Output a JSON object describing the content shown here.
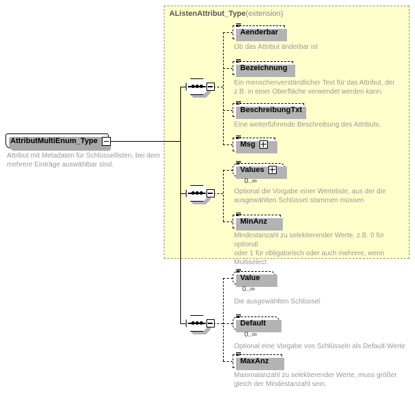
{
  "diagram": {
    "title": "AttributMultiEnum_Type XML schema element diagram",
    "root": {
      "name": "AttributMultiEnum_Type",
      "annotation": "Attribut mit Metadaten für Schlüssellisten, bei dem\nmehrere Einträge auswählbar sind.",
      "toggle_icon": "minus-icon"
    },
    "extension_panel": {
      "base_type": "AListenAttribut_Type",
      "kind_label": "(extension)"
    },
    "compositors": [
      {
        "id": "seq-extension-1",
        "icon": "sequence-icon"
      },
      {
        "id": "seq-extension-2",
        "icon": "sequence-icon"
      },
      {
        "id": "seq-own",
        "icon": "sequence-icon"
      }
    ],
    "elements": [
      {
        "name": "Aenderbar",
        "group": "extension",
        "optional": true,
        "repeating": false,
        "expandable": false,
        "cardinality": "",
        "annotation": "Ob das Attribut änderbar ist"
      },
      {
        "name": "Bezeichnung",
        "group": "extension",
        "optional": true,
        "repeating": false,
        "expandable": false,
        "cardinality": "",
        "annotation": "Ein menschenverständlicher Text für das Attribut, der\nz.B. in einer Oberfläche verwendet werden kann."
      },
      {
        "name": "BeschreibungTxt",
        "group": "extension",
        "optional": true,
        "repeating": false,
        "expandable": false,
        "cardinality": "",
        "annotation": "Eine weiterführende Beschreibung des Attributs."
      },
      {
        "name": "Msg",
        "group": "extension",
        "optional": true,
        "repeating": false,
        "expandable": true,
        "cardinality": "",
        "annotation": ""
      },
      {
        "name": "Values",
        "group": "extension",
        "optional": true,
        "repeating": true,
        "expandable": true,
        "cardinality": "0..∞",
        "annotation": "Optional die Vorgabe einer Werteliste, aus der die\nausgewählten Schlüssel stammen müssen"
      },
      {
        "name": "MinAnz",
        "group": "extension",
        "optional": true,
        "repeating": false,
        "expandable": false,
        "cardinality": "",
        "annotation": "Mindestanzahl zu selektierender Werte, z.B. 0 für optional\noder 1 für obligatorisch oder auch mehrere, wenn\nMultiselect."
      },
      {
        "name": "Value",
        "group": "own",
        "optional": true,
        "repeating": true,
        "expandable": false,
        "cardinality": "0..∞",
        "annotation": "Die ausgewählten Schlüssel"
      },
      {
        "name": "Default",
        "group": "own",
        "optional": true,
        "repeating": true,
        "expandable": false,
        "cardinality": "0..∞",
        "annotation": "Optional eine Vorgabe von Schlüsseln als Default-Werte"
      },
      {
        "name": "MaxAnz",
        "group": "own",
        "optional": true,
        "repeating": false,
        "expandable": false,
        "cardinality": "",
        "annotation": "Maximalanzahl zu selektierender Werte, muss größer\ngleich der Mindestanzahl sein."
      }
    ],
    "colors": {
      "panel_background": "#ffffcc",
      "panel_border": "#999966",
      "annotation_text": "#999999",
      "box_shadow": "#b3b3b3",
      "line": "#000000"
    }
  }
}
